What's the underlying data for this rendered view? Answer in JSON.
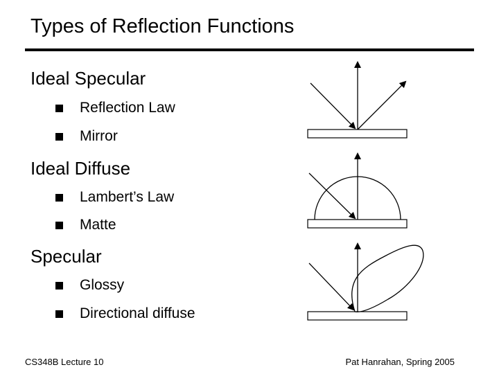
{
  "slide": {
    "title": "Types of Reflection Functions",
    "sections": [
      {
        "heading": "Ideal Specular",
        "bullets": [
          "Reflection Law",
          "Mirror"
        ]
      },
      {
        "heading": "Ideal Diffuse",
        "bullets": [
          "Lambert’s Law",
          "Matte"
        ]
      },
      {
        "heading": "Specular",
        "bullets": [
          "Glossy",
          "Directional diffuse"
        ]
      }
    ],
    "footer_left": "CS348B Lecture 10",
    "footer_right": "Pat Hanrahan, Spring 2005"
  },
  "colors": {
    "ink": "#000000",
    "background": "#ffffff"
  }
}
